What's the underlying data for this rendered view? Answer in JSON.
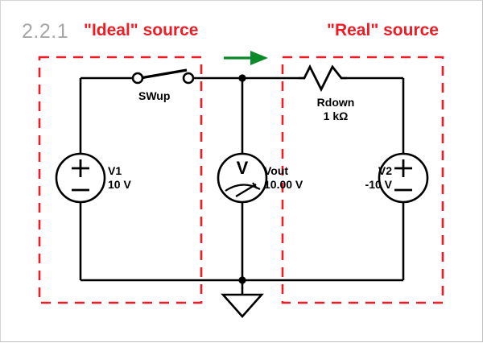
{
  "header": {
    "section_number": "2.2.1",
    "left_group_title": "\"Ideal\" source",
    "right_group_title": "\"Real\" source"
  },
  "components": {
    "switch": {
      "name": "SWup",
      "state": "closed"
    },
    "source_v1": {
      "name": "V1",
      "value": "10 V",
      "polarity_top": "+",
      "polarity_bottom": "−"
    },
    "voltmeter": {
      "symbol": "V",
      "name": "Vout",
      "reading": "10.00 V"
    },
    "source_v2": {
      "name": "V2",
      "value": "-10 V",
      "polarity_top": "+",
      "polarity_bottom": "−"
    },
    "resistor": {
      "name": "Rdown",
      "value": "1 kΩ"
    },
    "ground": {
      "name": "ground"
    },
    "current_arrow": {
      "direction": "right"
    }
  },
  "colors": {
    "group_boundary": "#ee1c25",
    "title_red": "#ee1c25",
    "section_gray": "#a6a6a6",
    "wire": "#000000",
    "current_arrow": "#0a8a28",
    "background": "#ffffff"
  }
}
